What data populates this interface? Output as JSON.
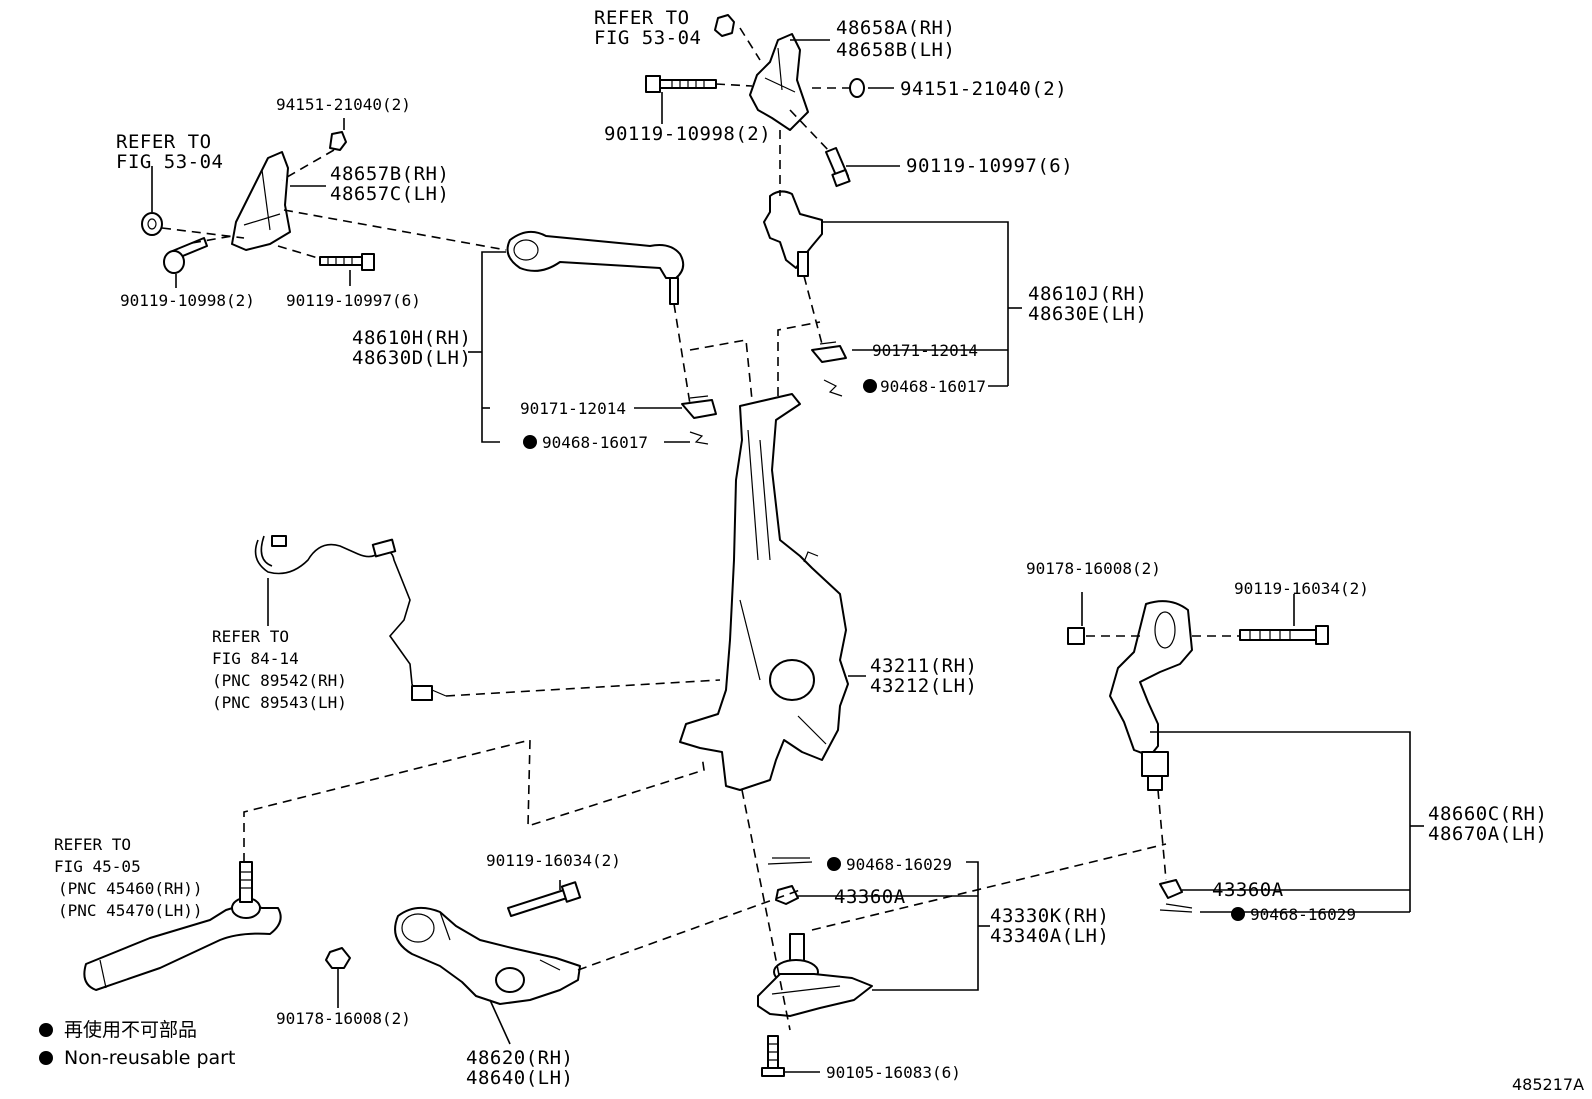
{
  "callouts": {
    "refer_53_04_top": [
      "REFER TO",
      "FIG 53-04"
    ],
    "p48658": [
      "48658A(RH)",
      "48658B(LH)"
    ],
    "p94151_top": "94151-21040(2)",
    "p90119_10998_top": "90119-10998(2)",
    "p90119_10997_top": "90119-10997(6)",
    "p94151_left": "94151-21040(2)",
    "refer_53_04_left": [
      "REFER TO",
      "FIG 53-04"
    ],
    "p48657": [
      "48657B(RH)",
      "48657C(LH)"
    ],
    "p90119_10998_left": "90119-10998(2)",
    "p90119_10997_left": "90119-10997(6)",
    "p48610j": [
      "48610J(RH)",
      "48630E(LH)"
    ],
    "p48610h": [
      "48610H(RH)",
      "48630D(LH)"
    ],
    "p90171_right": "90171-12014",
    "p90468_16017_right": "90468-16017",
    "p90171_left": "90171-12014",
    "p90468_16017_left": "90468-16017",
    "refer_84_14": [
      "REFER TO",
      "FIG 84-14",
      "(PNC 89542(RH)",
      "(PNC 89543(LH)"
    ],
    "p43211": [
      "43211(RH)",
      "43212(LH)"
    ],
    "p90178_right": "90178-16008(2)",
    "p90119_16034_right": "90119-16034(2)",
    "p48660": [
      "48660C(RH)",
      "48670A(LH)"
    ],
    "p43360a_right": "43360A",
    "p90468_16029_right": "90468-16029",
    "refer_45_05": [
      "REFER TO",
      "FIG 45-05",
      "(PNC 45460(RH))",
      "(PNC 45470(LH))"
    ],
    "p90119_16034_left": "90119-16034(2)",
    "p90178_left": "90178-16008(2)",
    "p48620": [
      "48620(RH)",
      "48640(LH)"
    ],
    "p90468_16029_mid": "90468-16029",
    "p43360a_mid": "43360A",
    "p43330": [
      "43330K(RH)",
      "43340A(LH)"
    ],
    "p90105": "90105-16083(6)"
  },
  "legend": {
    "jp": "再使用不可部品",
    "en": "Non-reusable part"
  },
  "figure_code": "485217A"
}
